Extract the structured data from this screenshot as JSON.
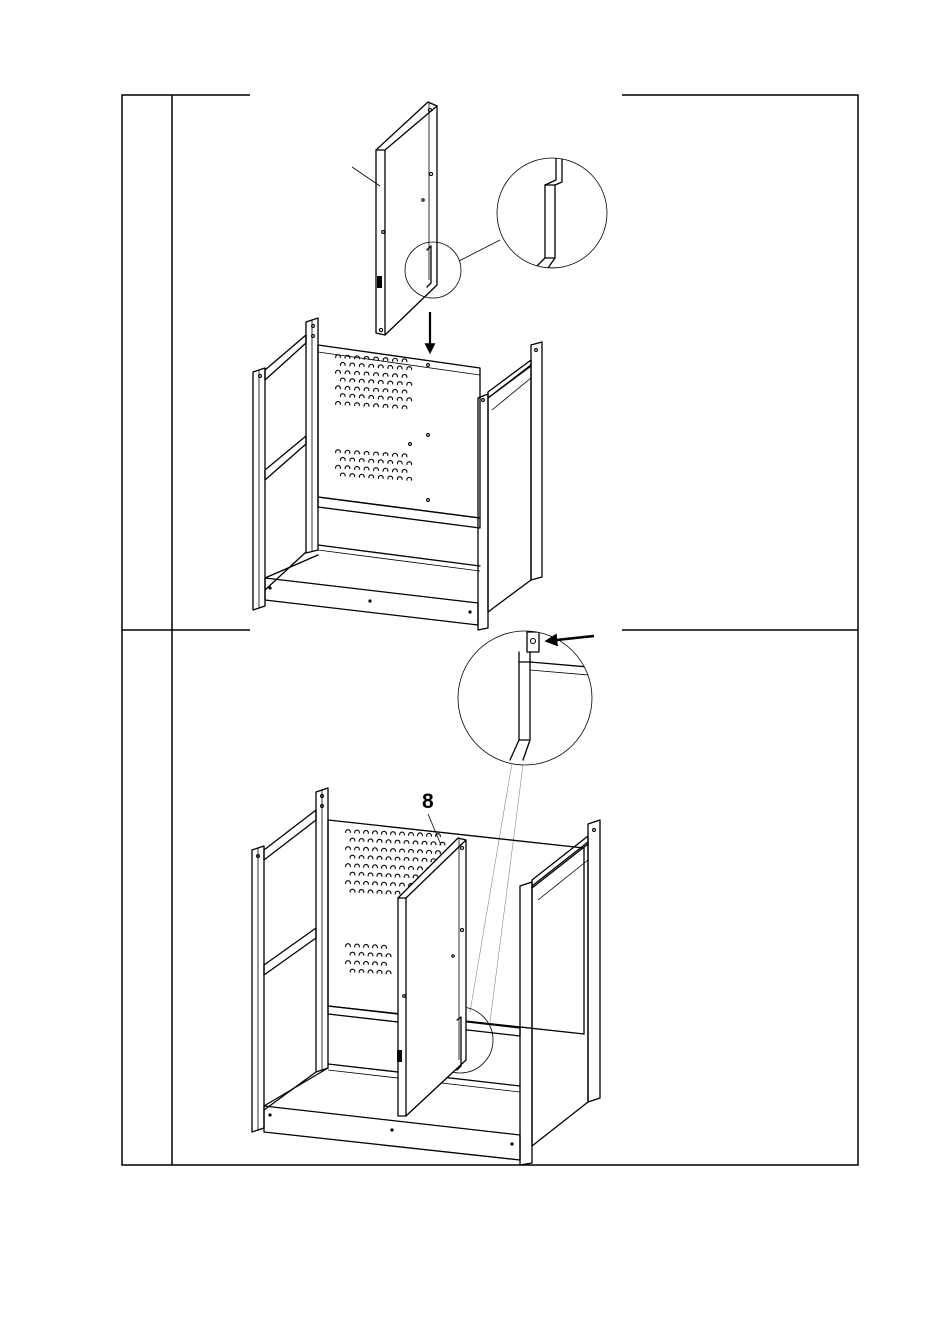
{
  "steps": [
    {
      "id": "upper",
      "callouts": [],
      "icons": [
        "panel-insert-arrow",
        "detail-magnifier"
      ]
    },
    {
      "id": "lower",
      "callouts": [
        {
          "label": "8"
        }
      ],
      "icons": [
        "screw-arrow",
        "detail-magnifier"
      ]
    }
  ],
  "colors": {
    "line": "#000000",
    "background": "#ffffff",
    "thin_line": "#888888"
  }
}
